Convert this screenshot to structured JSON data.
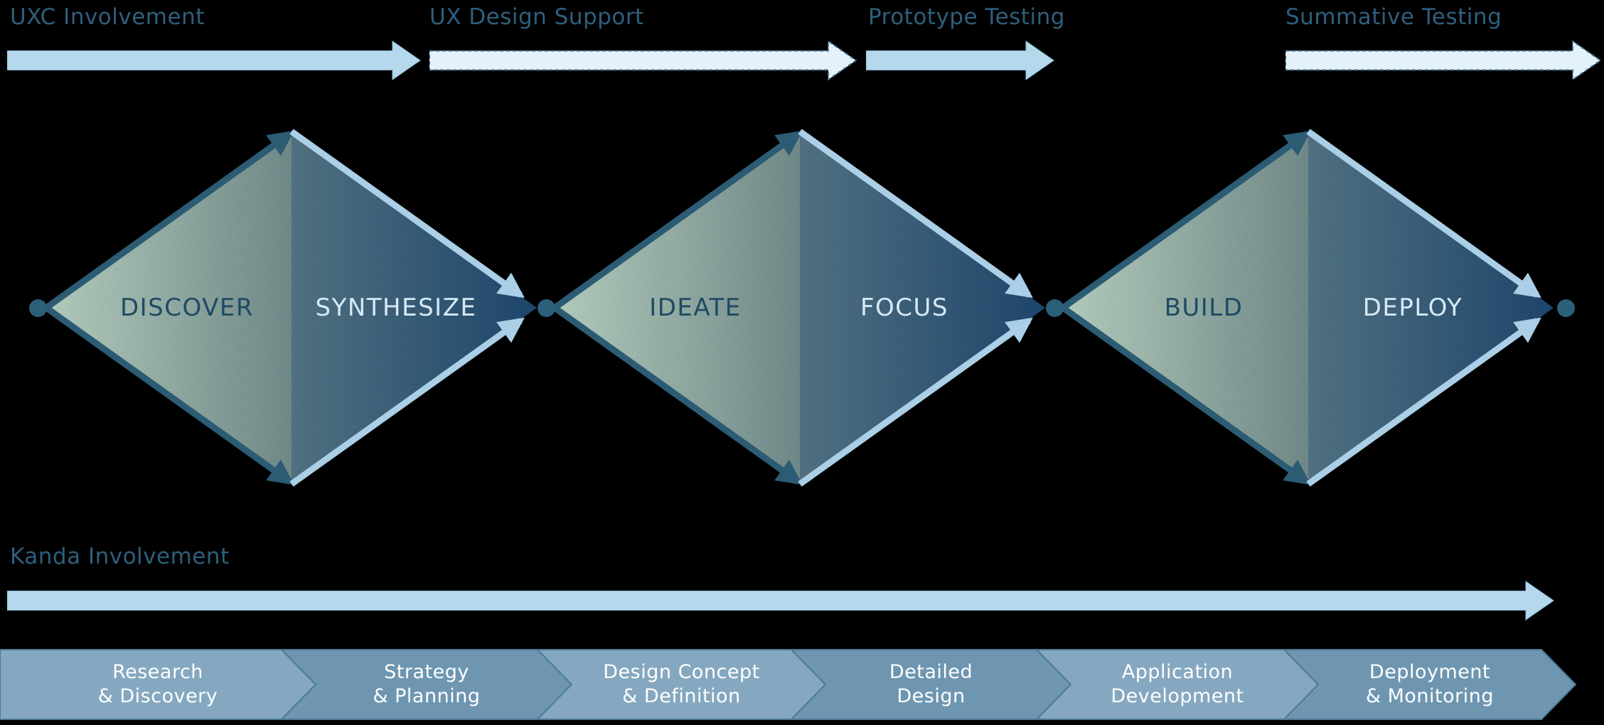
{
  "top_phases": {
    "items": [
      {
        "label": "UXC Involvement",
        "arrow_style": "solid"
      },
      {
        "label": "UX Design Support",
        "arrow_style": "dashed"
      },
      {
        "label": "Prototype Testing",
        "arrow_style": "solid"
      },
      {
        "label": "Summative Testing",
        "arrow_style": "dashed"
      }
    ]
  },
  "diamonds": [
    {
      "left_label": "DISCOVER",
      "right_label": "SYNTHESIZE"
    },
    {
      "left_label": "IDEATE",
      "right_label": "FOCUS"
    },
    {
      "left_label": "BUILD",
      "right_label": "DEPLOY"
    }
  ],
  "bottom_phase": {
    "label": "Kanda Involvement",
    "arrow_style": "solid"
  },
  "process_steps": [
    {
      "line1": "Research",
      "line2": "& Discovery"
    },
    {
      "line1": "Strategy",
      "line2": "& Planning"
    },
    {
      "line1": "Design Concept",
      "line2": "& Definition"
    },
    {
      "line1": "Detailed",
      "line2": "Design"
    },
    {
      "line1": "Application",
      "line2": "Development"
    },
    {
      "line1": "Deployment",
      "line2": "& Monitoring"
    }
  ],
  "colors": {
    "background": "#000000",
    "heading_text": "#2e5f7d",
    "solid_arrow_fill": "#b5d8ec",
    "solid_arrow_border": "#8abbd8",
    "dashed_arrow_fill": "#e3f1fb",
    "dashed_arrow_border": "#3f6f8c",
    "diamond_left_gradient_start": "#d5f2e0",
    "diamond_left_gradient_end": "#85a3a2",
    "diamond_right_gradient_start": "#61869a",
    "diamond_right_gradient_end": "#235380",
    "diamond_dark_edge": "#2c5b74",
    "diamond_light_edge": "#aacfe6",
    "node_dot": "#2c607a",
    "diamond_left_label_text": "#1e4a63",
    "diamond_right_label_text": "#d6e9f4",
    "chevron_light": "#85a8c0",
    "chevron_dark": "#6e96b1",
    "chevron_outline": "#4d7a96",
    "chevron_text": "#ffffff"
  }
}
